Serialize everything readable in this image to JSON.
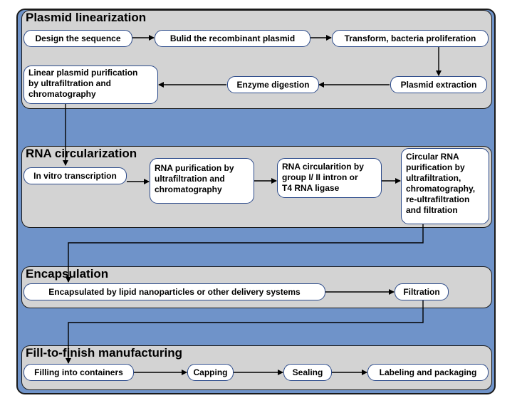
{
  "sections": {
    "plasmid": {
      "title": "Plasmid linearization",
      "design": "Design the sequence",
      "build": "Bulid the recombinant plasmid",
      "transform": "Transform, bacteria proliferation",
      "extract": "Plasmid extraction",
      "digest": "Enzyme digestion",
      "purify": [
        "Linear plasmid purification",
        "by ultrafiltration and",
        "chromatography"
      ]
    },
    "rna": {
      "title": "RNA circularization",
      "ivt": "In vitro transcription",
      "purify": [
        "RNA purification by",
        "ultrafiltration and",
        "chromatography"
      ],
      "circ": [
        "RNA circularition by",
        "group I/ II intron or",
        "T4 RNA ligase"
      ],
      "circ_purify": [
        "Circular RNA",
        "purification by",
        "ultrafiltration,",
        "chromatography,",
        "re-ultrafiltration",
        "and filtration"
      ]
    },
    "encap": {
      "title": "Encapsulation",
      "encapsulate": "Encapsulated by lipid nanoparticles or other delivery systems",
      "filtration": "Filtration"
    },
    "fill": {
      "title": "Fill-to-finish manufacturing",
      "filling": "Filling into containers",
      "capping": "Capping",
      "sealing": "Sealing",
      "labeling": "Labeling and packaging"
    }
  }
}
